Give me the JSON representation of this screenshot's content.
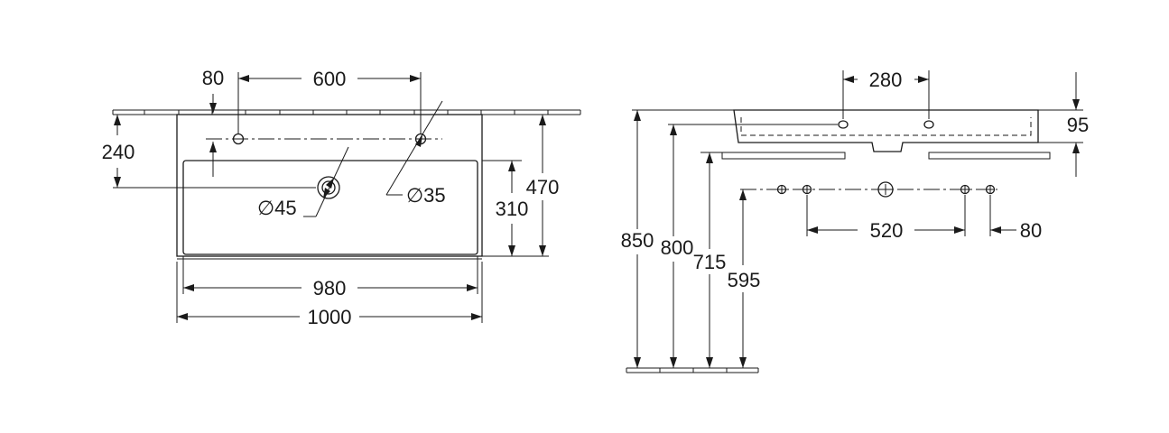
{
  "front_view": {
    "dims": {
      "tap_offset": "80",
      "tap_spacing": "600",
      "tap_height": "240",
      "drain_diameter": "∅45",
      "tap_hole_diameter": "∅35",
      "bowl_depth": "310",
      "total_depth": "470",
      "bowl_width": "980",
      "total_width": "1000"
    }
  },
  "side_view": {
    "dims": {
      "hole_spacing_top": "280",
      "rim_height": "95",
      "total_height": "850",
      "rim_floor": "800",
      "hole_floor": "715",
      "drain_floor": "595",
      "waste_spacing": "520",
      "waste_offset": "80"
    }
  }
}
